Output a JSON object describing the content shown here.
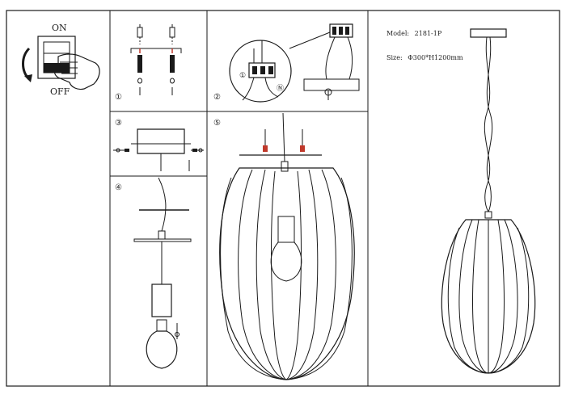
{
  "switch": {
    "on_label": "ON",
    "off_label": "OFF"
  },
  "steps": {
    "s1": "①",
    "s2": "②",
    "s3": "③",
    "s4": "④",
    "s5": "⑤"
  },
  "spec": {
    "model_label": "Model:",
    "model_value": "2181-1P",
    "size_label": "Size:",
    "size_value": "Φ300*H1200mm"
  },
  "colors": {
    "line": "#1a1a1a",
    "accent_red": "#c0392b",
    "paper": "#ffffff"
  },
  "icons": [
    "power-switch-icon",
    "hand-icon",
    "rotate-arrow-icon",
    "screw-icon",
    "wire-connector-icon",
    "light-bulb-icon",
    "ground-symbol-icon"
  ]
}
